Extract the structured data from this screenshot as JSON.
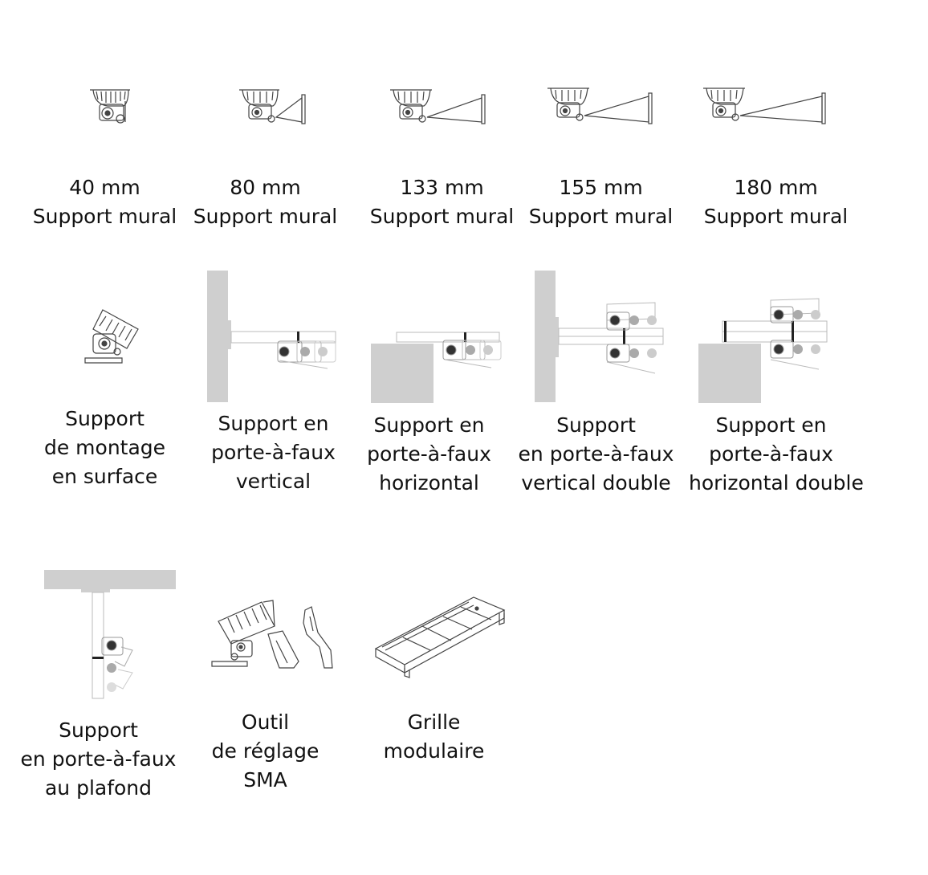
{
  "colors": {
    "line": "#444444",
    "wall": "#cfcfcf",
    "light": "#bfbfbf"
  },
  "accessories": {
    "wall_40": {
      "icon": "wall-bracket-40mm-drawing",
      "lines": [
        "40 mm",
        "Support mural"
      ]
    },
    "wall_80": {
      "icon": "wall-bracket-80mm-drawing",
      "lines": [
        "80 mm",
        "Support mural"
      ]
    },
    "wall_133": {
      "icon": "wall-bracket-133mm-drawing",
      "lines": [
        "133 mm",
        "Support mural"
      ]
    },
    "wall_155": {
      "icon": "wall-bracket-155mm-drawing",
      "lines": [
        "155 mm",
        "Support mural"
      ]
    },
    "wall_180": {
      "icon": "wall-bracket-180mm-drawing",
      "lines": [
        "180 mm",
        "Support mural"
      ]
    },
    "surface": {
      "icon": "surface-mount-drawing",
      "lines": [
        "Support",
        "de montage",
        "en surface"
      ]
    },
    "cant_v": {
      "icon": "vertical-cantilever-drawing",
      "lines": [
        "Support en",
        "porte-à-faux",
        "vertical"
      ]
    },
    "cant_h": {
      "icon": "horizontal-cantilever-drawing",
      "lines": [
        "Support en",
        "porte-à-faux",
        "horizontal"
      ]
    },
    "cant_vd": {
      "icon": "double-vertical-cantilever-drawing",
      "lines": [
        "Support",
        "en porte-à-faux",
        "vertical double"
      ]
    },
    "cant_hd": {
      "icon": "double-horizontal-cantilever-drawing",
      "lines": [
        "Support en",
        "porte-à-faux",
        "horizontal double"
      ]
    },
    "ceiling": {
      "icon": "ceiling-cantilever-drawing",
      "lines": [
        "Support",
        "en porte-à-faux",
        "au plafond"
      ]
    },
    "sma": {
      "icon": "sma-adjustment-tool-drawing",
      "lines": [
        "Outil",
        "de réglage",
        "SMA"
      ]
    },
    "grid": {
      "icon": "modular-grid-drawing",
      "lines": [
        "Grille",
        "modulaire"
      ]
    }
  }
}
